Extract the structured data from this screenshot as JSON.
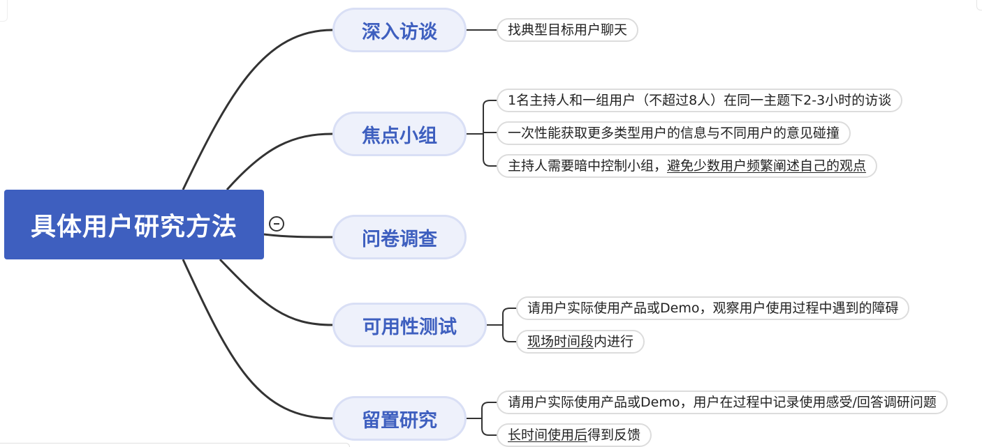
{
  "root": {
    "label": "具体用户研究方法"
  },
  "branches": [
    {
      "label": "深入访谈",
      "leaves": [
        {
          "parts": [
            {
              "text": "找典型目标用户聊天",
              "underline": false
            }
          ]
        }
      ]
    },
    {
      "label": "焦点小组",
      "leaves": [
        {
          "parts": [
            {
              "text": "1名主持人和一组用户（不超过8人）在同一主题下2-3小时的访谈",
              "underline": false
            }
          ]
        },
        {
          "parts": [
            {
              "text": "一次性能获取更多类型用户的信息与不同用户的意见碰撞",
              "underline": false
            }
          ]
        },
        {
          "parts": [
            {
              "text": "主持人需要暗中控制小组，",
              "underline": false
            },
            {
              "text": "避免少数用户频繁阐述自己的观点",
              "underline": true
            }
          ]
        }
      ]
    },
    {
      "label": "问卷调查",
      "leaves": []
    },
    {
      "label": "可用性测试",
      "leaves": [
        {
          "parts": [
            {
              "text": "请用户实际使用产品或Demo，观察用户使用过程中遇到的障碍",
              "underline": false
            }
          ]
        },
        {
          "parts": [
            {
              "text": "现场时间段",
              "underline": true
            },
            {
              "text": "内进行",
              "underline": false
            }
          ]
        }
      ]
    },
    {
      "label": "留置研究",
      "leaves": [
        {
          "parts": [
            {
              "text": "请用户实际使用产品或Demo，用户在过程中记录使用感受/回答调研问题",
              "underline": false
            }
          ]
        },
        {
          "parts": [
            {
              "text": "长时间使用后",
              "underline": true
            },
            {
              "text": "得到反馈",
              "underline": false
            }
          ]
        }
      ]
    }
  ],
  "colors": {
    "root_bg": "#3e5fbf",
    "branch_bg": "#eef1fb",
    "branch_border": "#d9dff5",
    "branch_text": "#3e5fbf",
    "line": "#333333"
  }
}
